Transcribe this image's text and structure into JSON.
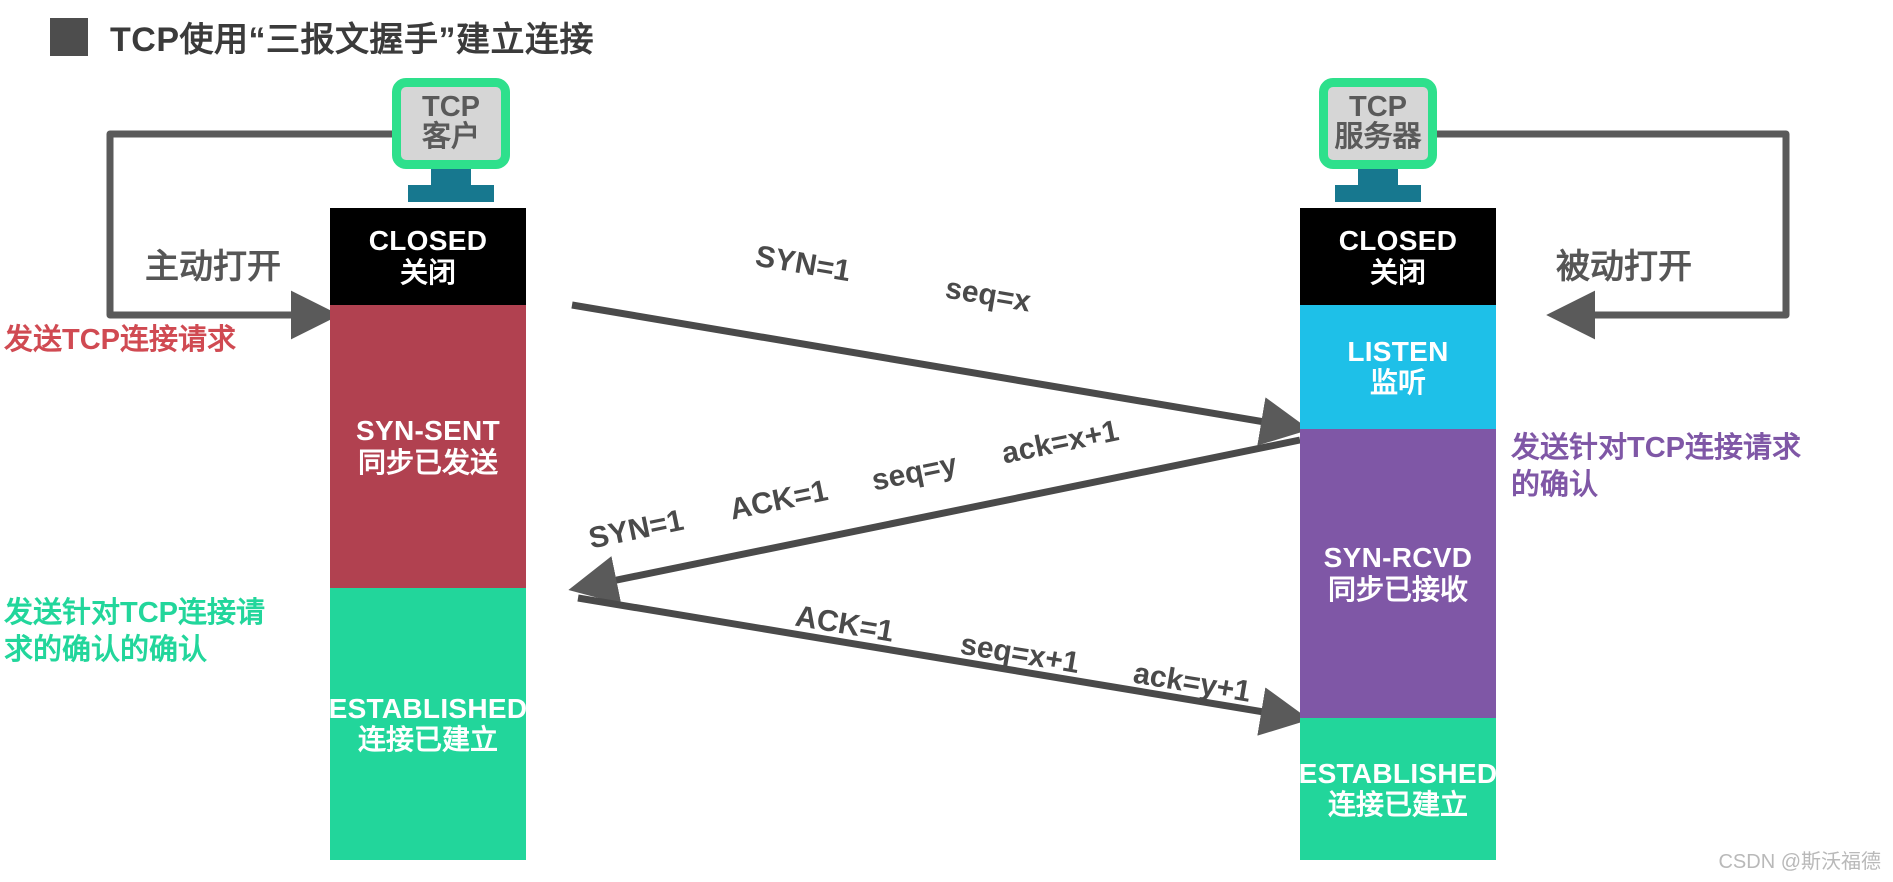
{
  "title": {
    "text": "TCP使用“三报文握手”建立连接",
    "bullet_color": "#4d4d4d"
  },
  "client": {
    "icon_name": "tcp-client-monitor-icon",
    "device_line1": "TCP",
    "device_line2": "客户",
    "open_label": "主动打开",
    "states": [
      {
        "en": "CLOSED",
        "cn": "关闭",
        "color": "#000000"
      },
      {
        "en": "SYN-SENT",
        "cn": "同步已发送",
        "color": "#b14150"
      },
      {
        "en": "ESTABLISHED",
        "cn": "连接已建立",
        "color": "#22d69b"
      }
    ],
    "notes": [
      {
        "text": "发送TCP连接请求",
        "color": "#d04a52"
      },
      {
        "text": "发送针对TCP连接请\n求的确认的确认",
        "color": "#22d69b"
      }
    ]
  },
  "server": {
    "icon_name": "tcp-server-monitor-icon",
    "device_line1": "TCP",
    "device_line2": "服务器",
    "open_label": "被动打开",
    "states": [
      {
        "en": "CLOSED",
        "cn": "关闭",
        "color": "#000000"
      },
      {
        "en": "LISTEN",
        "cn": "监听",
        "color": "#1ec0e8"
      },
      {
        "en": "SYN-RCVD",
        "cn": "同步已接收",
        "color": "#7f57a6"
      },
      {
        "en": "ESTABLISHED",
        "cn": "连接已建立",
        "color": "#22d69b"
      }
    ],
    "notes": [
      {
        "text": "发送针对TCP连接请求\n的确认",
        "color": "#7f57a6"
      }
    ]
  },
  "messages": [
    {
      "id": "segment-1",
      "direction": "client-to-server",
      "labels": [
        "SYN=1",
        "seq=x"
      ]
    },
    {
      "id": "segment-2",
      "direction": "server-to-client",
      "labels": [
        "SYN=1",
        "ACK=1",
        "seq=y",
        "ack=x+1"
      ]
    },
    {
      "id": "segment-3",
      "direction": "client-to-server",
      "labels": [
        "ACK=1",
        "seq=x+1",
        "ack=y+1"
      ]
    }
  ],
  "msg_labels": {
    "m1_syn": "SYN=1",
    "m1_seq": "seq=x",
    "m2_syn": "SYN=1",
    "m2_ack_flag": "ACK=1",
    "m2_seq": "seq=y",
    "m2_ack": "ack=x+1",
    "m3_ack_flag": "ACK=1",
    "m3_seq": "seq=x+1",
    "m3_ack": "ack=y+1"
  },
  "watermark": "CSDN @斯沃福德"
}
